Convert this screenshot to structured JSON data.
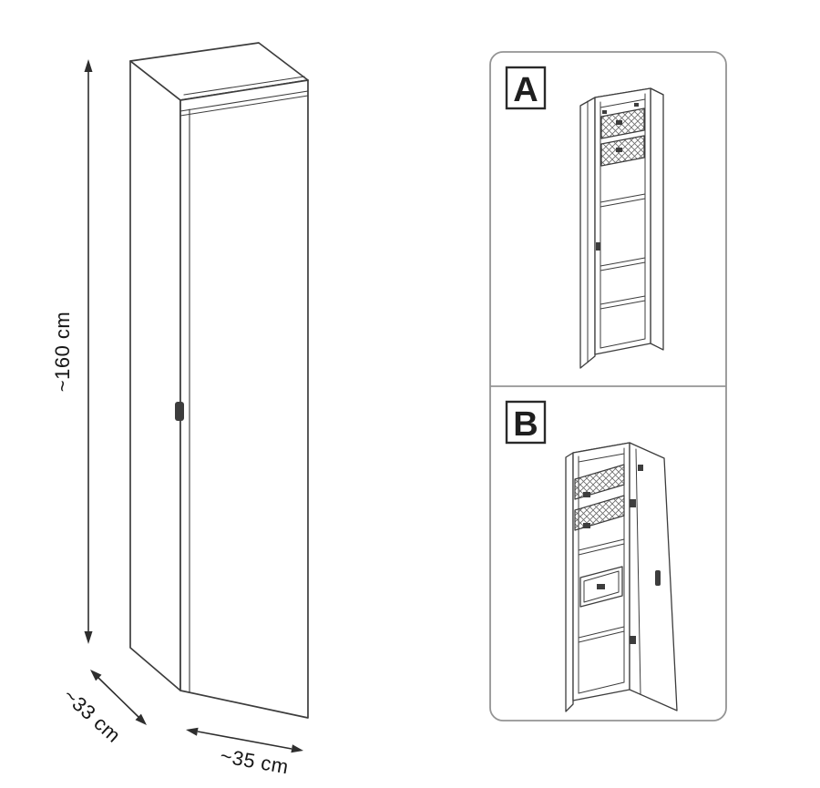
{
  "dims": {
    "height": "~160 cm",
    "depth": "~33 cm",
    "width": "~35 cm"
  },
  "variants": {
    "a": "A",
    "b": "B"
  },
  "figures": {
    "main": "tall-single-door-cabinet-isometric",
    "variant_a": "cabinet-interior-door-open-left",
    "variant_b": "cabinet-interior-door-open-right"
  },
  "colors": {
    "background": "#ffffff",
    "line": "#3d3d3d",
    "dimension_text": "#161616",
    "panel_border": "#949494",
    "variant_label": "#1f1f1f",
    "handle": "#3d3d3d"
  }
}
